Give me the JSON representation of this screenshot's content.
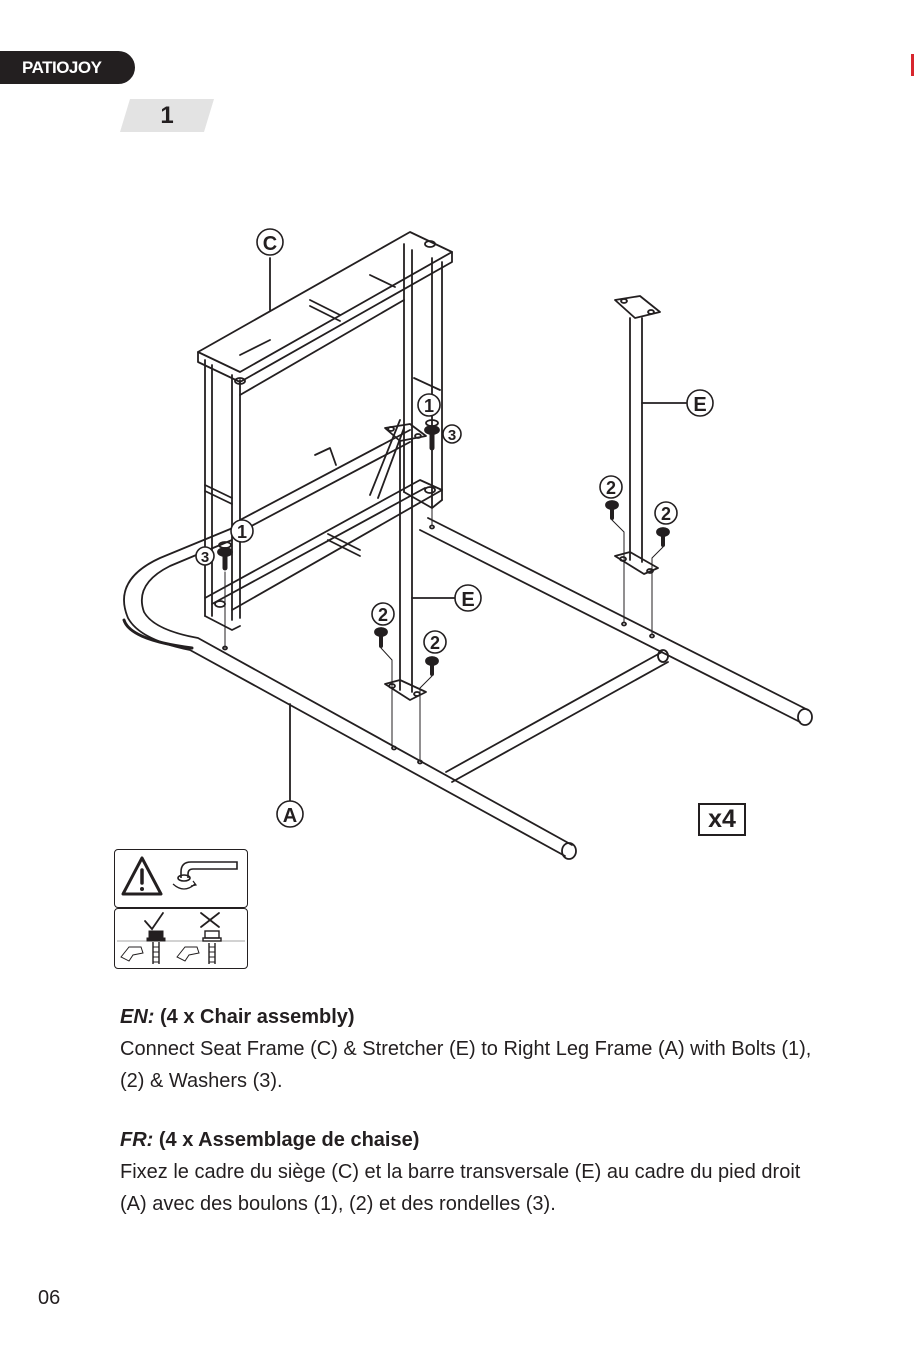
{
  "header": {
    "brand": "PATIOJOY",
    "step_number": "1"
  },
  "diagram": {
    "part_labels": {
      "seat_frame": "C",
      "stretcher": "E",
      "leg_frame": "A",
      "bolt_1": "1",
      "bolt_2": "2",
      "washer": "3"
    },
    "quantity": "x4",
    "icons": [
      "warning-icon",
      "hex-key-icon",
      "check-icon",
      "cross-icon",
      "bolt-icon"
    ]
  },
  "instructions": {
    "en": {
      "code": "EN:",
      "heading": "(4 x Chair assembly)",
      "body": "Connect Seat Frame (C) & Stretcher (E) to Right Leg Frame (A) with Bolts (1), (2) & Washers (3)."
    },
    "fr": {
      "code": "FR:",
      "heading": "(4 x Assemblage de chaise)",
      "body": "Fixez le cadre du siège (C) et la barre transversale (E) au cadre du pied droit (A) avec des boulons (1), (2) et des rondelles (3)."
    }
  },
  "footer": {
    "page_number": "06"
  },
  "colors": {
    "ink": "#231f20",
    "accent": "#d7262e",
    "badge": "#e3e3e3"
  }
}
